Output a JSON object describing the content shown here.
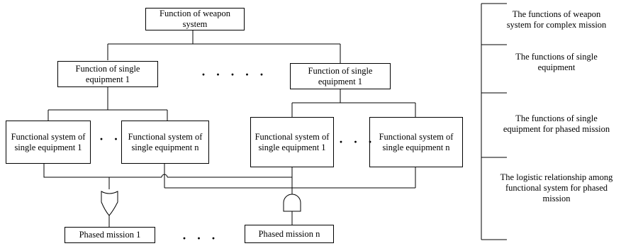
{
  "top": {
    "label": "Function of weapon system"
  },
  "single_equipment": [
    {
      "label": "Function of single equipment 1"
    },
    {
      "label": "Function of single equipment 1"
    }
  ],
  "functional_systems": [
    {
      "label": "Functional system of single equipment 1"
    },
    {
      "label": "Functional system of single equipment n"
    },
    {
      "label": "Functional system of single equipment 1"
    },
    {
      "label": "Functional system of single equipment n"
    }
  ],
  "phased_missions": [
    {
      "label": "Phased mission 1"
    },
    {
      "label": "Phased mission n"
    }
  ],
  "ellipses": {
    "equipment": "· · · · ·",
    "systems_left": "· ·",
    "systems_right": "· · ·",
    "missions": "· · ·"
  },
  "levels": [
    "The functions of weapon system for complex mission",
    "The functions of single equipment",
    "The functions of single equipment for phased mission",
    "The logistic relationship among functional system for phased mission"
  ]
}
